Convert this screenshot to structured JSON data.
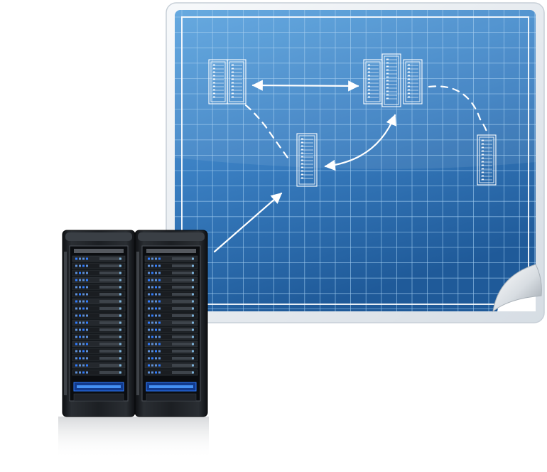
{
  "colors": {
    "blueprint_light": "#4a90cf",
    "blueprint_dark": "#1f5a99",
    "frame": "#eef2f6",
    "grid_line": "#9fcbef",
    "sketch_line": "#ffffff",
    "server_body": "#1b1e22",
    "server_led_blue": "#2f7cff"
  },
  "icons": {
    "physical_servers": "server-rack-icon",
    "blueprint_nodes": "server-sketch-icon",
    "corner": "page-curl-icon"
  },
  "diagram": {
    "nodes": [
      {
        "name": "left-server-pair-sketch",
        "racks": 2
      },
      {
        "name": "top-server-cluster-sketch",
        "racks": 3
      },
      {
        "name": "middle-server-sketch",
        "racks": 1
      },
      {
        "name": "right-server-sketch",
        "racks": 1
      }
    ],
    "connections": [
      {
        "from": "left-server-pair-sketch",
        "to": "top-server-cluster-sketch",
        "style": "solid",
        "arrows": "both"
      },
      {
        "from": "left-server-pair-sketch",
        "to": "middle-server-sketch",
        "style": "dashed",
        "arrows": "none"
      },
      {
        "from": "middle-server-sketch",
        "to": "top-server-cluster-sketch",
        "style": "solid",
        "arrows": "both"
      },
      {
        "from": "top-server-cluster-sketch",
        "to": "right-server-sketch",
        "style": "dashed",
        "arrows": "none"
      },
      {
        "from": "physical-servers",
        "to": "middle-server-sketch",
        "style": "solid",
        "arrows": "end"
      }
    ],
    "physical_racks": 2
  }
}
